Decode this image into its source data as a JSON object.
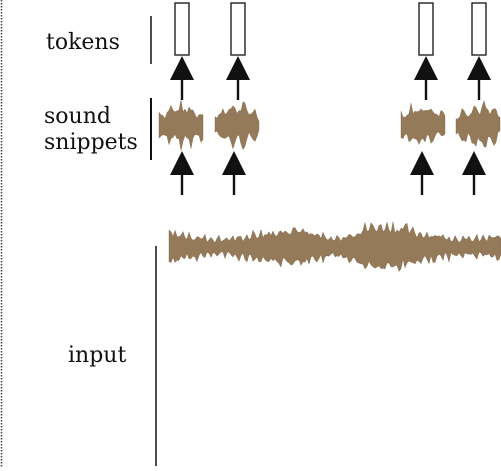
{
  "labels": {
    "tokens": "tokens",
    "snippets_line1": "sound",
    "snippets_line2": "snippets",
    "input": "input"
  },
  "colors": {
    "waveform": "#957a5a",
    "waveform_edge": "#7d6447",
    "line": "#111111",
    "token_box_fill": "#ffffff"
  },
  "token_count": 4
}
